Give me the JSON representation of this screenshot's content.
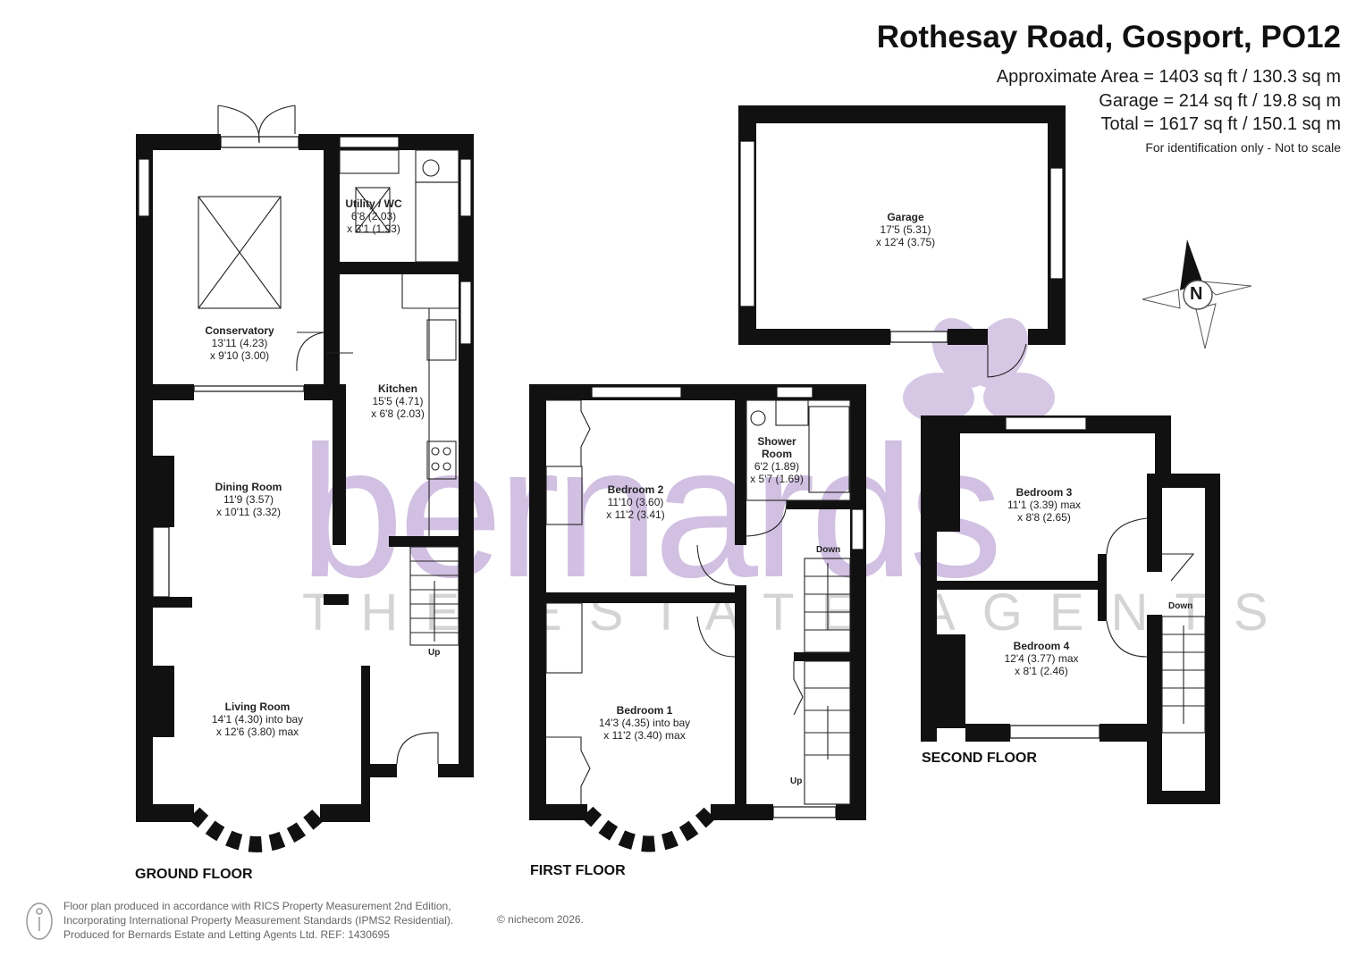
{
  "header": {
    "address": "Rothesay Road, Gosport, PO12",
    "approx_area": "Approximate Area = 1403 sq ft / 130.3 sq m",
    "garage_area": "Garage = 214 sq ft / 19.8 sq m",
    "total_area": "Total = 1617 sq ft / 150.1 sq m",
    "disclaimer": "For identification only - Not to scale"
  },
  "compass": {
    "label": "N"
  },
  "watermark": {
    "word": "bernards",
    "tagline": "THE ESTATE AGENTS"
  },
  "floors": {
    "ground": "GROUND FLOOR",
    "first": "FIRST FLOOR",
    "second": "SECOND FLOOR"
  },
  "rooms": {
    "conservatory": {
      "name": "Conservatory",
      "dim1": "13'11 (4.23)",
      "dim2": "x 9'10 (3.00)"
    },
    "utility": {
      "name": "Utility / WC",
      "dim1": "6'8 (2.03)",
      "dim2": "x 3'1 (1.93)"
    },
    "kitchen": {
      "name": "Kitchen",
      "dim1": "15'5 (4.71)",
      "dim2": "x 6'8 (2.03)"
    },
    "dining": {
      "name": "Dining Room",
      "dim1": "11'9 (3.57)",
      "dim2": "x 10'11 (3.32)"
    },
    "living": {
      "name": "Living Room",
      "dim1": "14'1 (4.30) into bay",
      "dim2": "x 12'6 (3.80) max"
    },
    "garage": {
      "name": "Garage",
      "dim1": "17'5 (5.31)",
      "dim2": "x 12'4 (3.75)"
    },
    "bedroom2": {
      "name": "Bedroom 2",
      "dim1": "11'10 (3.60)",
      "dim2": "x 11'2 (3.41)"
    },
    "shower": {
      "name": "Shower",
      "name2": "Room",
      "dim1": "6'2 (1.89)",
      "dim2": "x 5'7 (1.69)"
    },
    "bedroom1": {
      "name": "Bedroom 1",
      "dim1": "14'3 (4.35) into bay",
      "dim2": "x 11'2 (3.40) max"
    },
    "bedroom3": {
      "name": "Bedroom 3",
      "dim1": "11'1 (3.39) max",
      "dim2": "x 8'8 (2.65)"
    },
    "bedroom4": {
      "name": "Bedroom 4",
      "dim1": "12'4 (3.77) max",
      "dim2": "x 8'1 (2.46)"
    }
  },
  "stairs": {
    "ground_up": "Up",
    "first_down": "Down",
    "first_up": "Up",
    "second_down": "Down"
  },
  "footer": {
    "line1": "Floor plan produced in accordance with RICS Property Measurement 2nd Edition,",
    "line2": "Incorporating International Property Measurement Standards (IPMS2 Residential).",
    "line3": "Produced for Bernards Estate and Letting Agents Ltd.   REF:  1430695",
    "copyright": "© nichecom 2026."
  },
  "colors": {
    "wall": "#111111",
    "watermark": "#c9b6dd",
    "text": "#1a1a1a"
  }
}
